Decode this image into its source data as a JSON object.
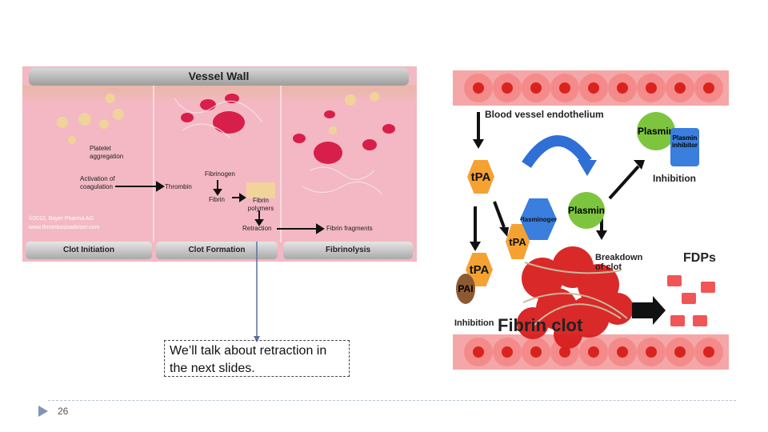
{
  "left_figure": {
    "header": "Vessel Wall",
    "labels": {
      "platelet_aggregation": "Platelet aggregation",
      "activation": "Activation of coagulation",
      "thrombin": "Thrombin",
      "fibrinogen": "Fibrinogen",
      "fibrin": "Fibrin",
      "fibrin_polymers": "Fibrin polymers",
      "retraction": "Retraction",
      "fibrin_fragments": "Fibrin fragments"
    },
    "copyright": "©2012, Bayer Pharma AG",
    "website": "www.thrombosisadviser.com",
    "panels": [
      "Clot Initiation",
      "Clot Formation",
      "Fibrinolysis"
    ]
  },
  "right_figure": {
    "endothelium": "Blood vessel endothelium",
    "tpa": "tPA",
    "plasminogen": "Plasminogen",
    "plasmin": "Plasmin",
    "plasmin_inhibitor": "Plasmin inhibitor",
    "inhibition": "Inhibition",
    "breakdown": "Breakdown of clot",
    "fdps": "FDPs",
    "pai": "PAI",
    "fibrin_clot": "Fibrin clot"
  },
  "callout": "We’ll talk about retraction in the next slides.",
  "page_number": "26",
  "colors": {
    "arrow": "#5a6fa0",
    "bullet": "#7f96b5"
  }
}
